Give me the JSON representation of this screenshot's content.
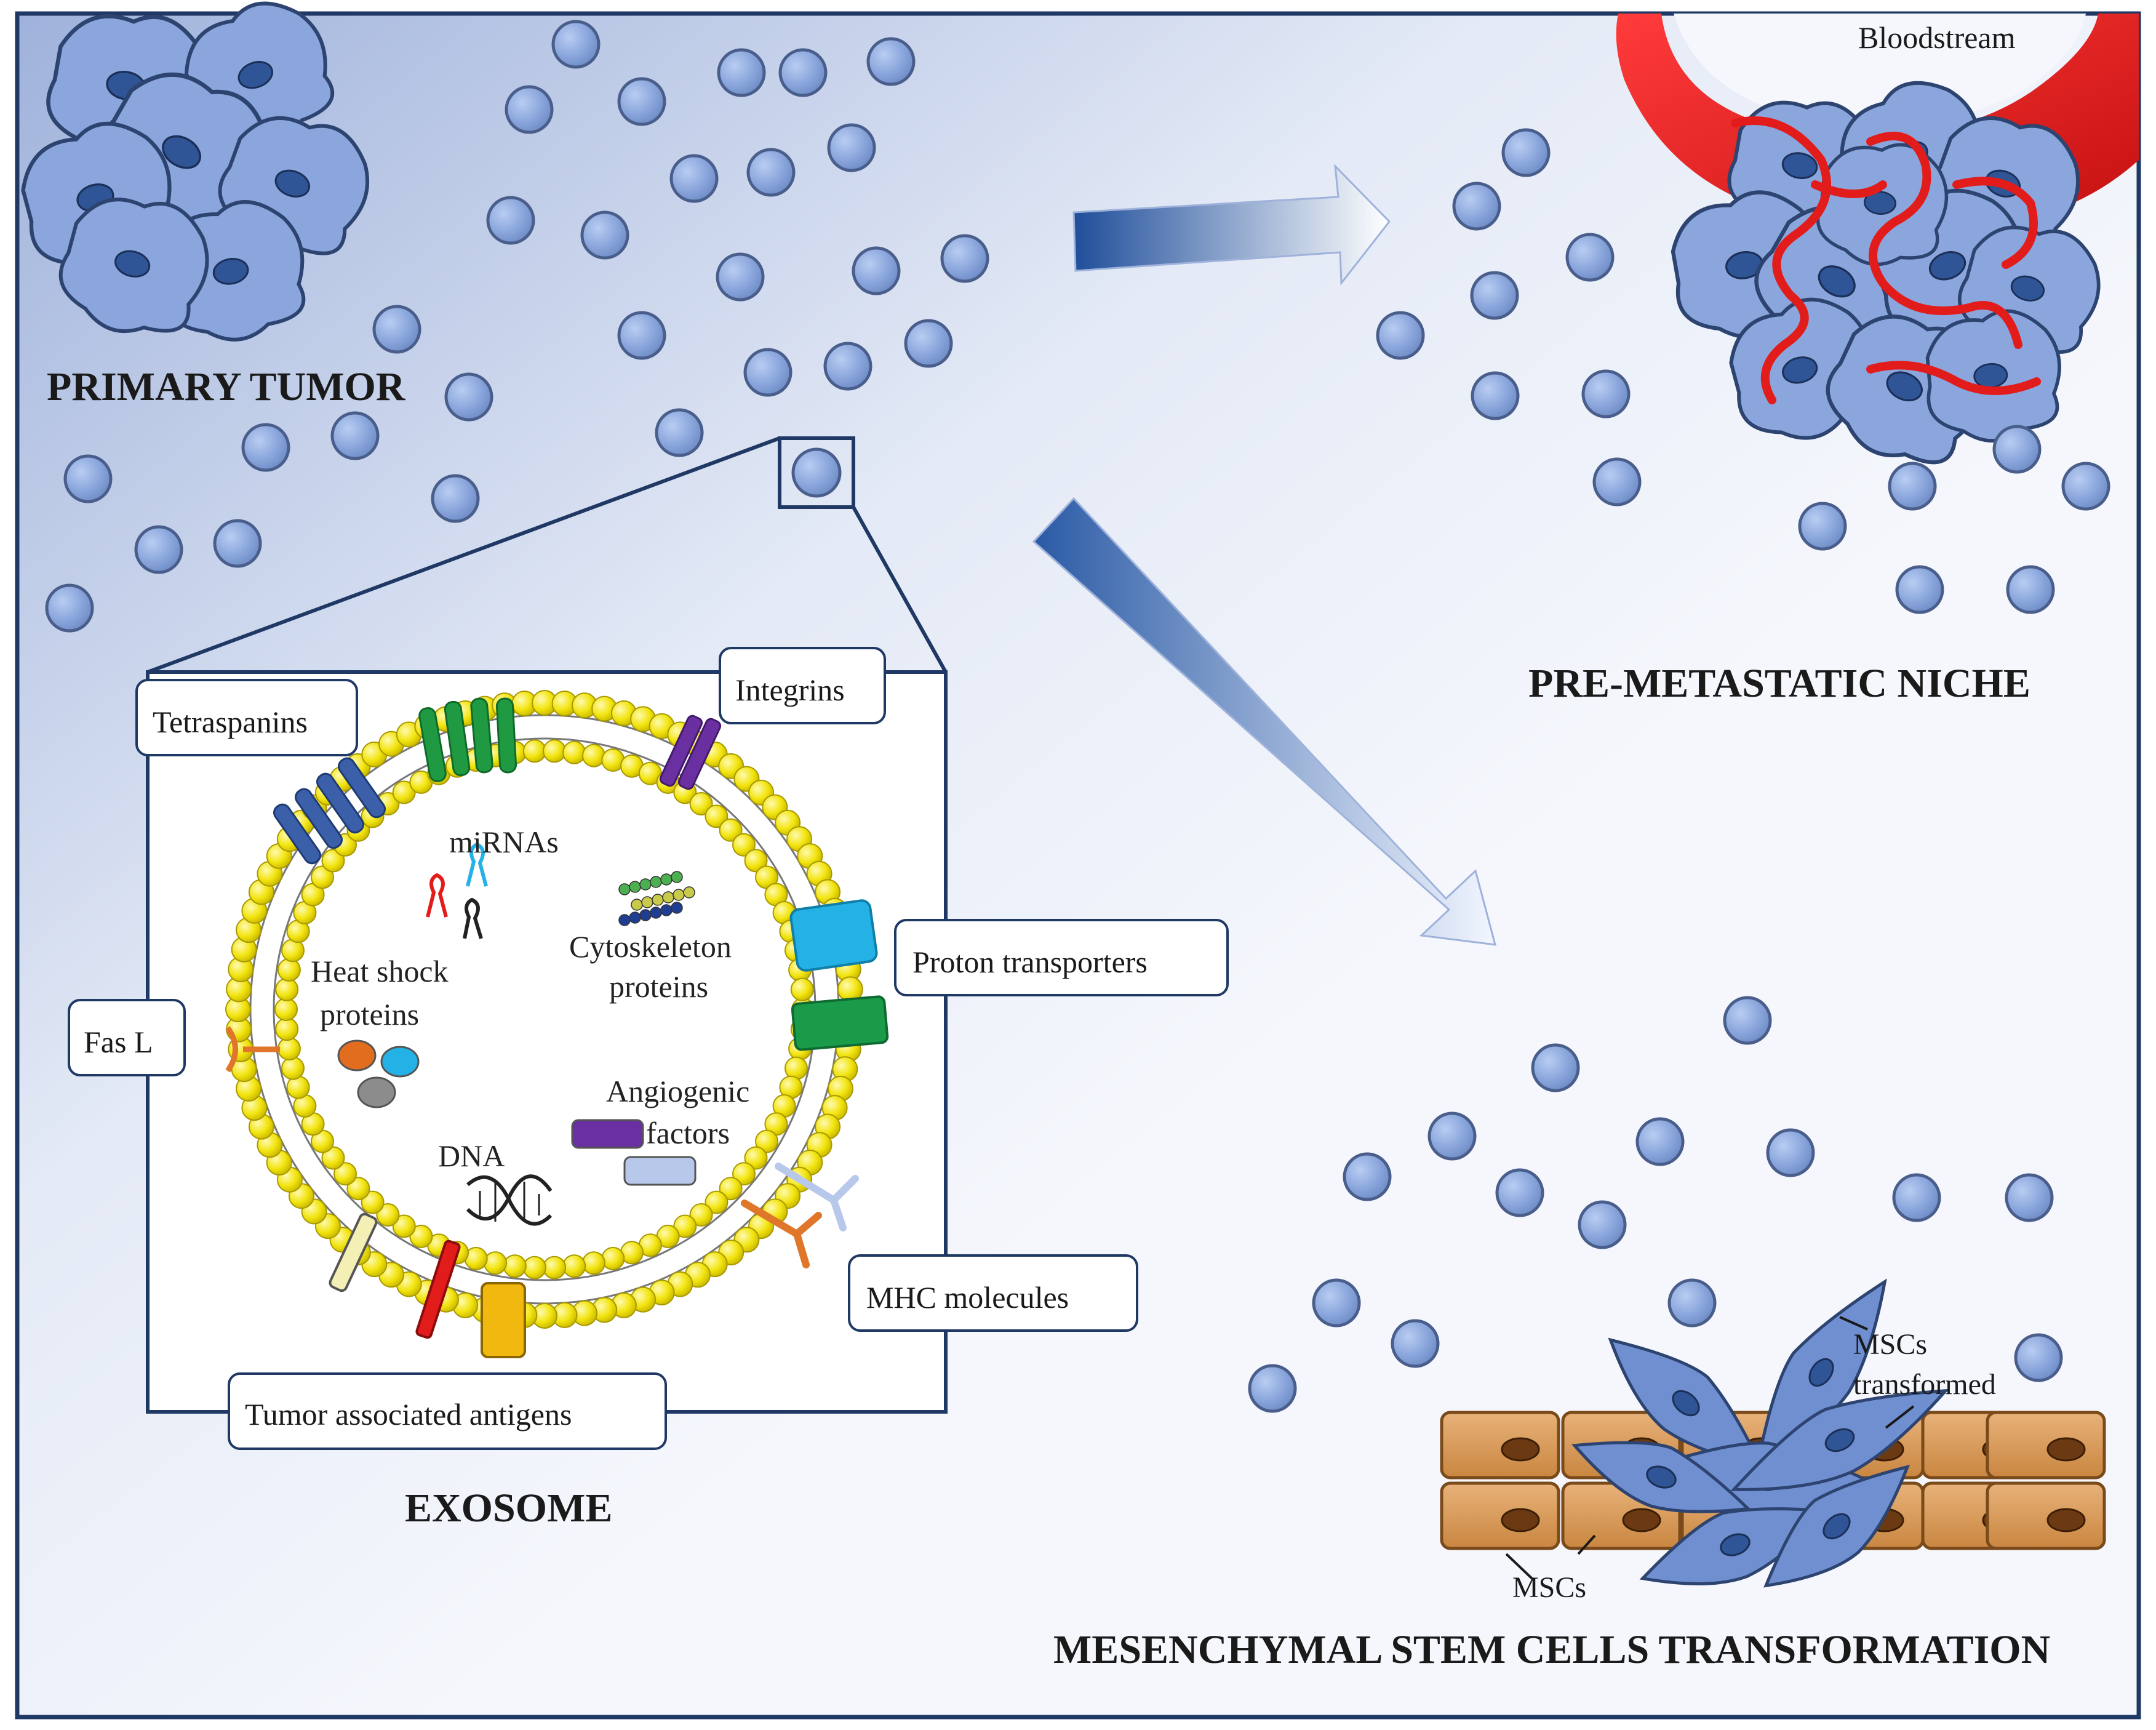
{
  "colors": {
    "frame": "#1f3864",
    "background_light": "#f5f7fc",
    "background_dark": "#9db0d9",
    "exosome": "#8fa9e0",
    "exosome_outline": "#4a5e8c",
    "cell_fill": "#8aa6dc",
    "cell_outline": "#2d4370",
    "nucleus": "#2f5597",
    "blood": "#e21b1b",
    "lipid_head": "#f2e40e",
    "msc_fill": "#d99a58",
    "arrow_dark": "#1f4e9a",
    "arrow_light": "#ffffff"
  },
  "sections": {
    "primary_tumor": "PRIMARY TUMOR",
    "pre_metastatic_niche": "PRE-METASTATIC NICHE",
    "exosome": "EXOSOME",
    "msc_transformation": "MESENCHYMAL STEM CELLS TRANSFORMATION"
  },
  "labels": {
    "bloodstream": "Bloodstream",
    "msc": "MSCs",
    "msc_transformed_1": "MSCs",
    "msc_transformed_2": "transformed"
  },
  "exosome_components": {
    "tetraspanins": "Tetraspanins",
    "integrins": "Integrins",
    "proton_transporters": "Proton transporters",
    "fas_l": "Fas L",
    "mhc_molecules": "MHC molecules",
    "tumor_antigens": "Tumor associated antigens",
    "mirnas": "miRNAs",
    "heat_shock_1": "Heat shock",
    "heat_shock_2": "proteins",
    "cytoskeleton_1": "Cytoskeleton",
    "cytoskeleton_2": "proteins",
    "angiogenic_1": "Angiogenic",
    "angiogenic_2": "factors",
    "dna": "DNA"
  },
  "icons": [
    "tumor-cell-icon",
    "exosome-particle-icon",
    "flow-arrow-icon",
    "bloodstream-vessel-icon",
    "mirna-hairpin-icon",
    "dna-helix-icon",
    "msc-cell-icon"
  ]
}
